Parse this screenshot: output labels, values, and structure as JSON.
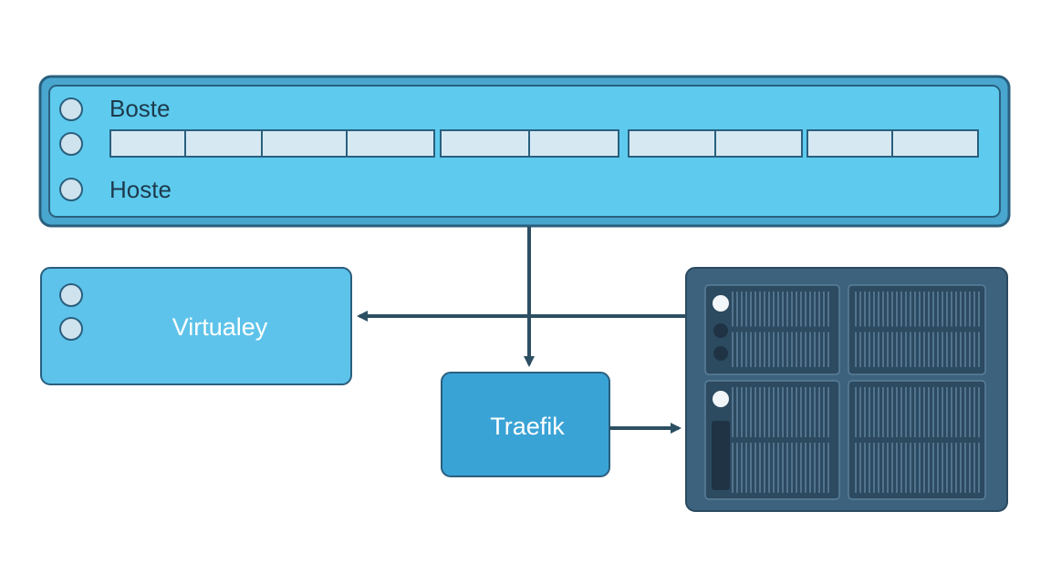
{
  "diagram": {
    "host_bar": {
      "label_top": "Boste",
      "label_bottom": "Hoste",
      "slot_group_count_note": ""
    },
    "virtual_box": {
      "label": "Virtualey"
    },
    "proxy_box": {
      "label": "Traefik"
    },
    "server_rack": {
      "icon": "server-rack-icon"
    },
    "colors": {
      "outline": "#2a5f7e",
      "host_fill": "#5ecbee",
      "host_border_fill": "#49a7cf",
      "virtual_fill": "#5ec3ea",
      "proxy_fill": "#3aa3d6",
      "rack_fill": "#3d627e",
      "rack_inner": "#2c4a60",
      "slot_fill": "#d6e9f2",
      "arrow": "#2d4f63",
      "text_dark": "#1d3a4c",
      "text_light": "#ffffff"
    }
  }
}
